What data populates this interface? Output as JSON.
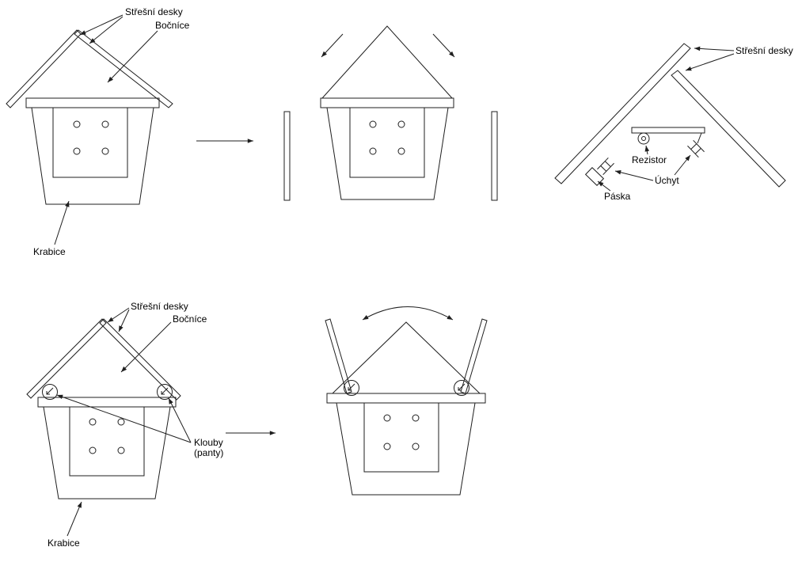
{
  "diagram": {
    "background": "#ffffff",
    "line_color": "#1f1f1f",
    "text_color": "#000000",
    "figures": {
      "assembled": {
        "roof_boards_label": "Střešní desky",
        "side_panel_label": "Bočníce",
        "box_label": "Krabice"
      },
      "roof_detail": {
        "roof_boards_label": "Střešní desky",
        "resistor_label": "Rezistor",
        "holder_label": "Úchyt",
        "tape_label": "Páska"
      },
      "hinged": {
        "roof_boards_label": "Střešní desky",
        "side_panel_label": "Bočníce",
        "hinge_label_line1": "Klouby",
        "hinge_label_line2": "(panty)",
        "box_label": "Krabice"
      }
    }
  }
}
